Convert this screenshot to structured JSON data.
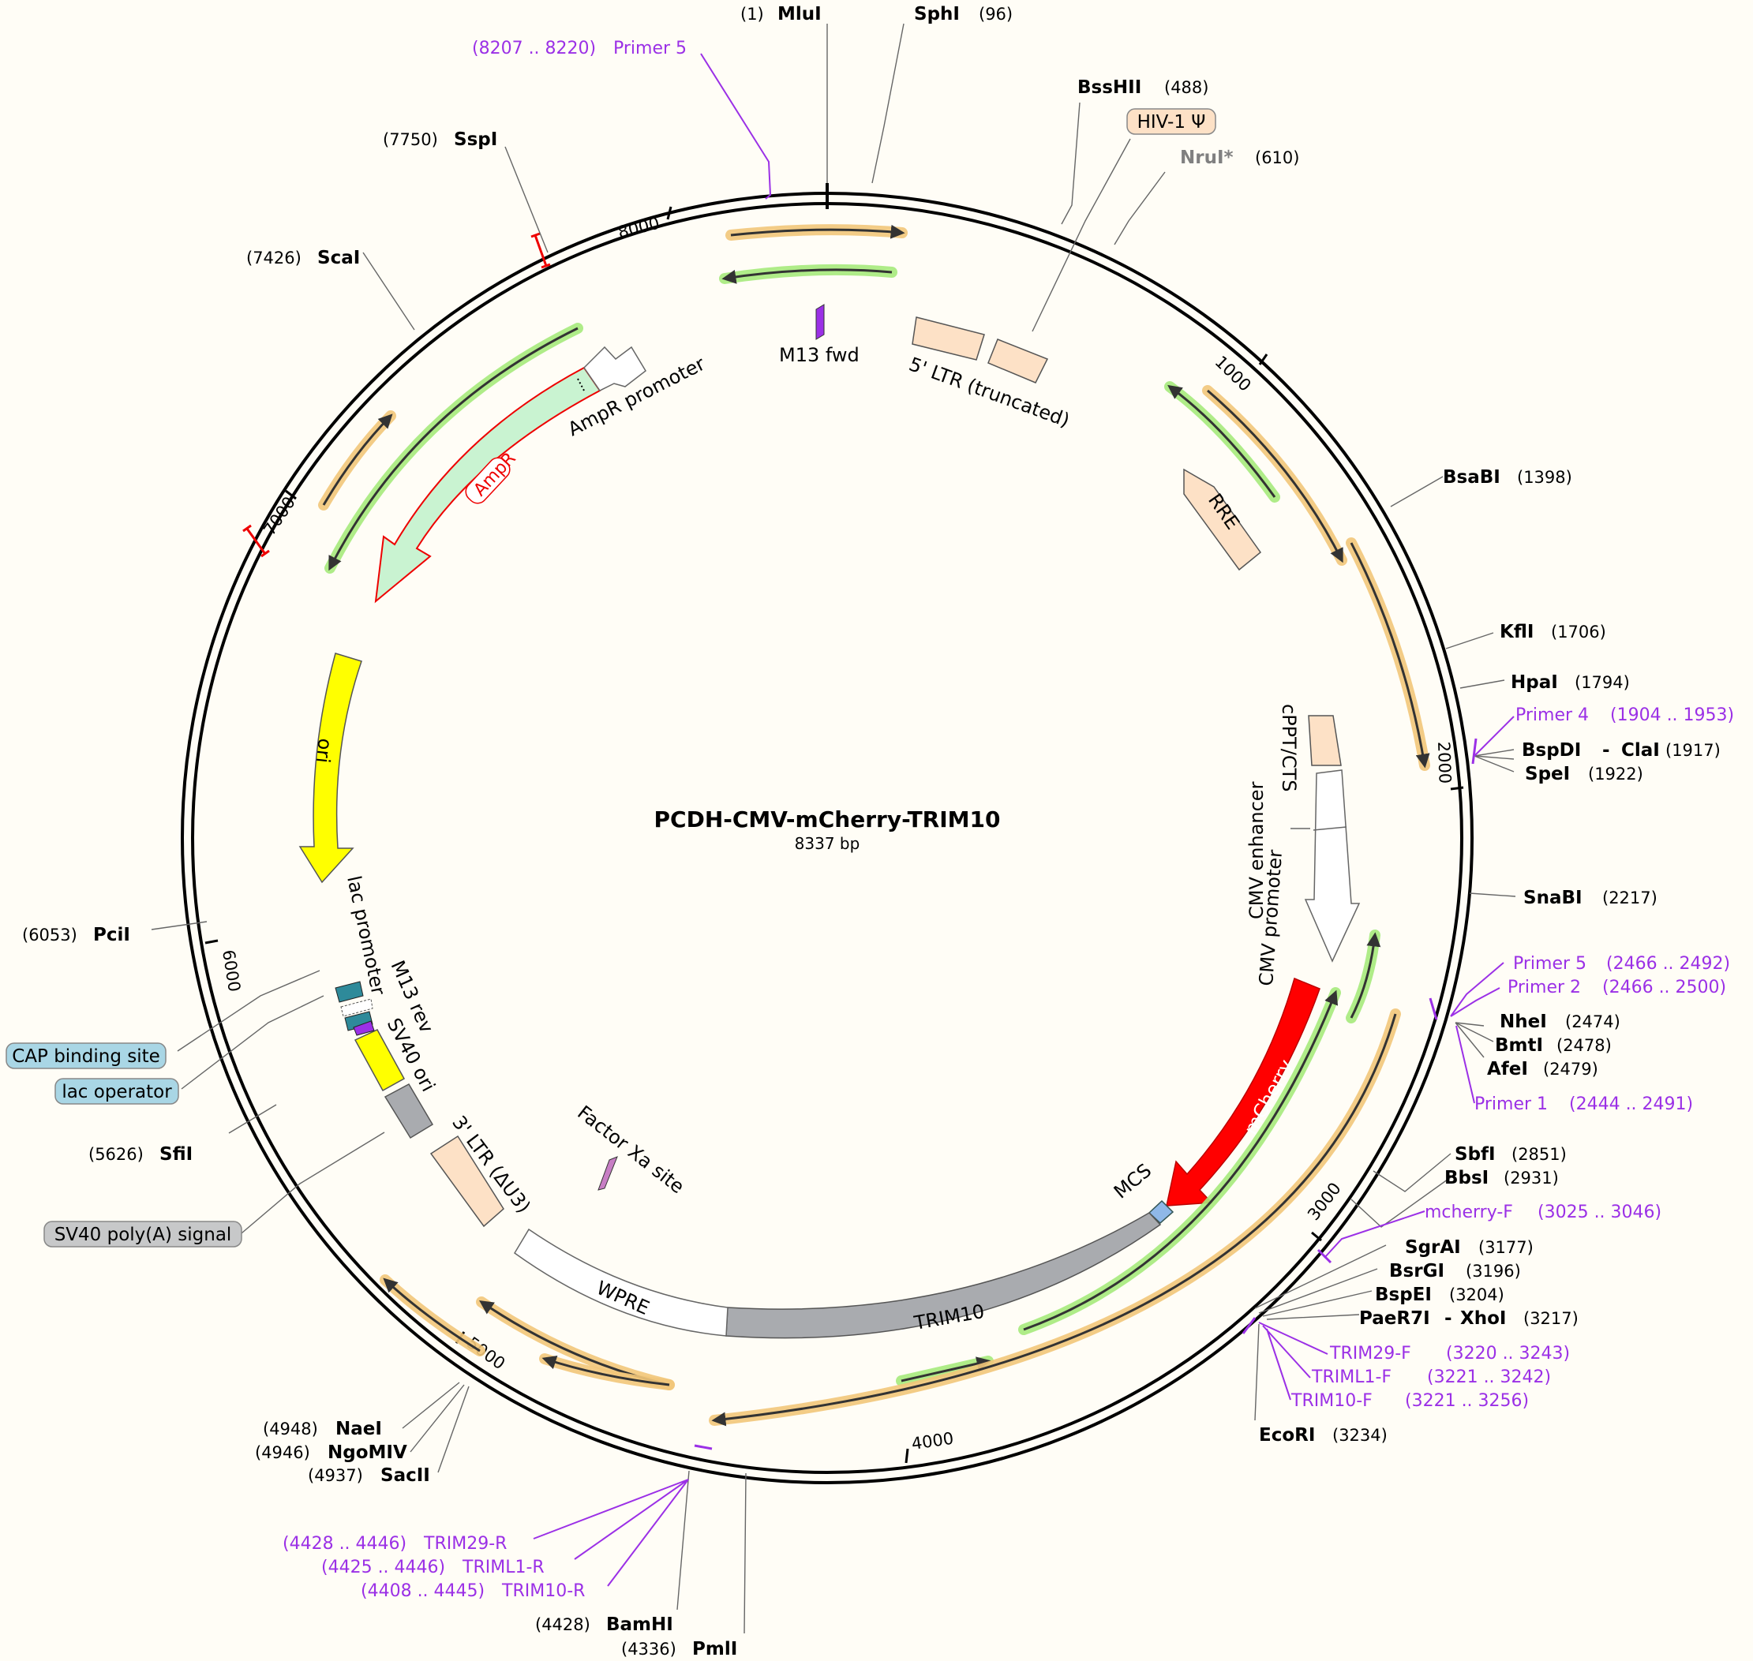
{
  "title": "PCDH-CMV-mCherry-TRIM10",
  "subtitle": "8337 bp",
  "colors": {
    "backbone": "#000000",
    "primer": "#9b30e6",
    "orange_orf": "#f2c77a",
    "green_orf": "#a6ea7c",
    "lentiviral": "#fde1c6",
    "ori": "#ffff00",
    "mcherry": "#ff0000",
    "trim10": "#a9abaf",
    "cap_box": "#a9d6e5",
    "gray_box": "#c7c8c9"
  },
  "ticks": [
    {
      "label": "1000"
    },
    {
      "label": "2000"
    },
    {
      "label": "3000"
    },
    {
      "label": "4000"
    },
    {
      "label": "5000"
    },
    {
      "label": "6000"
    },
    {
      "label": "7000"
    },
    {
      "label": "8000"
    }
  ],
  "sites": [
    {
      "name": "MluI",
      "pos": "(1)"
    },
    {
      "name": "SphI",
      "pos": "(96)"
    },
    {
      "name": "BssHII",
      "pos": "(488)"
    },
    {
      "name": "NruI*",
      "pos": "(610)"
    },
    {
      "name": "BsaBI",
      "pos": "(1398)"
    },
    {
      "name": "KflI",
      "pos": "(1706)"
    },
    {
      "name": "HpaI",
      "pos": "(1794)"
    },
    {
      "name": "BspDI",
      "name2": "ClaI",
      "pos": "(1917)"
    },
    {
      "name": "SpeI",
      "pos": "(1922)"
    },
    {
      "name": "SnaBI",
      "pos": "(2217)"
    },
    {
      "name": "NheI",
      "pos": "(2474)"
    },
    {
      "name": "BmtI",
      "pos": "(2478)"
    },
    {
      "name": "AfeI",
      "pos": "(2479)"
    },
    {
      "name": "SbfI",
      "pos": "(2851)"
    },
    {
      "name": "BbsI",
      "pos": "(2931)"
    },
    {
      "name": "SgrAI",
      "pos": "(3177)"
    },
    {
      "name": "BsrGI",
      "pos": "(3196)"
    },
    {
      "name": "BspEI",
      "pos": "(3204)"
    },
    {
      "name": "PaeR7I",
      "name2": "XhoI",
      "pos": "(3217)"
    },
    {
      "name": "EcoRI",
      "pos": "(3234)"
    },
    {
      "name": "BamHI",
      "pos": "(4428)"
    },
    {
      "name": "PmlI",
      "pos": "(4336)"
    },
    {
      "name": "NaeI",
      "pos": "(4948)"
    },
    {
      "name": "NgoMIV",
      "pos": "(4946)"
    },
    {
      "name": "SacII",
      "pos": "(4937)"
    },
    {
      "name": "SfiI",
      "pos": "(5626)"
    },
    {
      "name": "PciI",
      "pos": "(6053)"
    },
    {
      "name": "ScaI",
      "pos": "(7426)"
    },
    {
      "name": "SspI",
      "pos": "(7750)"
    }
  ],
  "primers": [
    {
      "name": "Primer 5",
      "range": "(8207 .. 8220)"
    },
    {
      "name": "Primer 4",
      "range": "(1904 .. 1953)"
    },
    {
      "name": "Primer 5",
      "range": "(2466 .. 2492)"
    },
    {
      "name": "Primer 2",
      "range": "(2466 .. 2500)"
    },
    {
      "name": "Primer 1",
      "range": "(2444 .. 2491)"
    },
    {
      "name": "mcherry-F",
      "range": "(3025 .. 3046)"
    },
    {
      "name": "TRIM29-F",
      "range": "(3220 .. 3243)"
    },
    {
      "name": "TRIML1-F",
      "range": "(3221 .. 3242)"
    },
    {
      "name": "TRIM10-F",
      "range": "(3221 .. 3256)"
    },
    {
      "name": "TRIM29-R",
      "range": "(4428 .. 4446)"
    },
    {
      "name": "TRIML1-R",
      "range": "(4425 .. 4446)"
    },
    {
      "name": "TRIM10-R",
      "range": "(4408 .. 4445)"
    }
  ],
  "features": {
    "m13_fwd": "M13 fwd",
    "ltr5": "5' LTR (truncated)",
    "hiv_psi": "HIV-1 Ψ",
    "rre": "RRE",
    "cppt": "cPPT/CTS",
    "cmv_enhancer": "CMV enhancer",
    "cmv_promoter": "CMV promoter",
    "mcherry": "mCherry",
    "mcs": "MCS",
    "trim10": "TRIM10",
    "wpre": "WPRE",
    "ltr3": "3' LTR (ΔU3)",
    "factor_xa": "Factor Xa site",
    "sv40_ori": "SV40 ori",
    "m13_rev": "M13 rev",
    "lac_promoter": "lac promoter",
    "ori": "ori",
    "ampr": "AmpR",
    "ampr_promoter": "AmpR promoter",
    "cap_binding": "CAP binding site",
    "lac_operator": "lac operator",
    "sv40_polya": "SV40 poly(A) signal"
  }
}
